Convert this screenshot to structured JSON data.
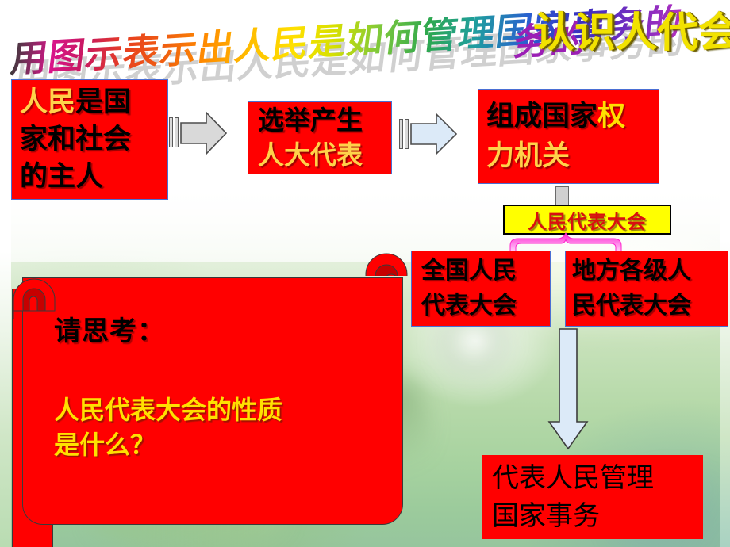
{
  "slide": {
    "title": {
      "main_text": "用图示表示出人民是如何管理国家事务的",
      "overlay_text": "认识人代会",
      "overlay_tail": "务的"
    },
    "flow": {
      "box_people": {
        "line1_gold": "人民",
        "line1_black": "是国",
        "line2": "家和社会",
        "line3": "的主人"
      },
      "box_elect": {
        "line1": "选举产生",
        "line2": "人大代表"
      },
      "box_organ": {
        "line1_black": "组成国家",
        "line1_gold": "权",
        "line2": "力机关"
      },
      "box_congress": {
        "label": "人民代表大会"
      },
      "box_npc": {
        "line1": "全国人民",
        "line2": "代表大会"
      },
      "box_local": {
        "line1": "地方各级人",
        "line2": "民代表大会"
      },
      "box_manage": {
        "line1": "代表人民管理",
        "line2": "国家事务"
      }
    },
    "scroll": {
      "prompt": "请思考：",
      "question_line1": "人民代表大会的性质",
      "question_line2": "是什么？"
    },
    "icons": {
      "arrow_right_1": "right-block-arrow-icon",
      "arrow_right_2": "right-block-arrow-icon",
      "arrow_down": "down-block-arrow-icon",
      "brace": "up-curly-brace-icon",
      "connector": "vertical-connector-icon",
      "scroll_curl_left": "scroll-curl-icon",
      "scroll_curl_right": "scroll-curl-icon"
    },
    "colors": {
      "box_red": "#ff0000",
      "box_border_blue": "#4a6fd4",
      "highlight_yellow": "#ffff00",
      "congress_text_red": "#d81010",
      "gold_text": "#ffd24a",
      "brace_magenta": "#ff33dd",
      "arrow_gray": "#d9d9d9",
      "arrow_pale_blue": "#dceaf8",
      "title_gold": "#f2e200"
    }
  }
}
